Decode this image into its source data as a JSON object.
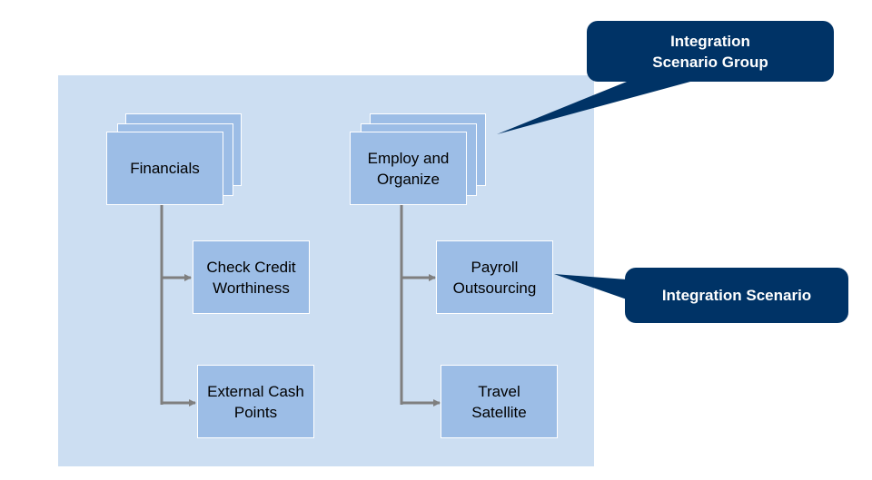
{
  "diagram": {
    "groups": [
      {
        "label": "Financials",
        "children": [
          "Check Credit\nWorthiness",
          "External Cash\nPoints"
        ]
      },
      {
        "label": "Employ and\nOrganize",
        "children": [
          "Payroll\nOutsourcing",
          "Travel\nSatellite"
        ]
      }
    ],
    "callouts": {
      "group": "Integration\nScenario Group",
      "scenario": "Integration Scenario"
    },
    "colors": {
      "panel": "#ccdef2",
      "box": "#9cbde6",
      "callout": "#003366",
      "connector": "#7f7f7f"
    }
  }
}
